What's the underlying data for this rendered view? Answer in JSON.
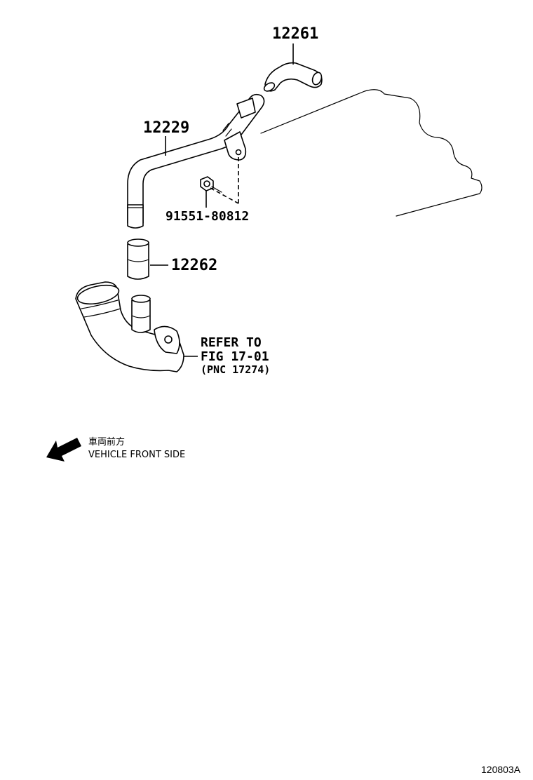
{
  "parts": {
    "hose_upper": "12261",
    "ventilation_pipe": "12229",
    "bolt": "91551-80812",
    "hose_lower": "12262"
  },
  "reference": {
    "line1": "REFER TO",
    "line2": "FIG 17-01",
    "line3": "(PNC 17274)"
  },
  "legend": {
    "japanese": "車両前方",
    "english": "VEHICLE FRONT SIDE",
    "icon": "arrow-icon"
  },
  "figure_id": "120803A"
}
